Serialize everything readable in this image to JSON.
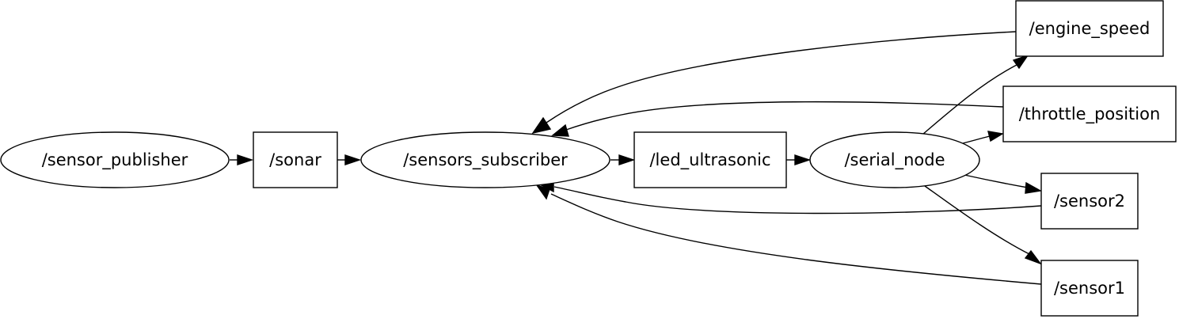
{
  "graph": {
    "nodes": [
      {
        "id": "sensor_publisher",
        "label": "/sensor_publisher",
        "shape": "ellipse",
        "kind": "node"
      },
      {
        "id": "sonar",
        "label": "/sonar",
        "shape": "box",
        "kind": "topic"
      },
      {
        "id": "sensors_subscriber",
        "label": "/sensors_subscriber",
        "shape": "ellipse",
        "kind": "node"
      },
      {
        "id": "led_ultrasonic",
        "label": "/led_ultrasonic",
        "shape": "box",
        "kind": "topic"
      },
      {
        "id": "serial_node",
        "label": "/serial_node",
        "shape": "ellipse",
        "kind": "node"
      },
      {
        "id": "engine_speed",
        "label": "/engine_speed",
        "shape": "box",
        "kind": "topic"
      },
      {
        "id": "throttle_position",
        "label": "/throttle_position",
        "shape": "box",
        "kind": "topic"
      },
      {
        "id": "sensor2",
        "label": "/sensor2",
        "shape": "box",
        "kind": "topic"
      },
      {
        "id": "sensor1",
        "label": "/sensor1",
        "shape": "box",
        "kind": "topic"
      }
    ],
    "edges": [
      {
        "from": "sensor_publisher",
        "to": "sonar"
      },
      {
        "from": "sonar",
        "to": "sensors_subscriber"
      },
      {
        "from": "sensors_subscriber",
        "to": "led_ultrasonic"
      },
      {
        "from": "led_ultrasonic",
        "to": "serial_node"
      },
      {
        "from": "serial_node",
        "to": "engine_speed"
      },
      {
        "from": "serial_node",
        "to": "throttle_position"
      },
      {
        "from": "serial_node",
        "to": "sensor2"
      },
      {
        "from": "serial_node",
        "to": "sensor1"
      },
      {
        "from": "engine_speed",
        "to": "sensors_subscriber"
      },
      {
        "from": "throttle_position",
        "to": "sensors_subscriber"
      },
      {
        "from": "sensor2",
        "to": "sensors_subscriber"
      },
      {
        "from": "sensor1",
        "to": "sensors_subscriber"
      }
    ]
  }
}
